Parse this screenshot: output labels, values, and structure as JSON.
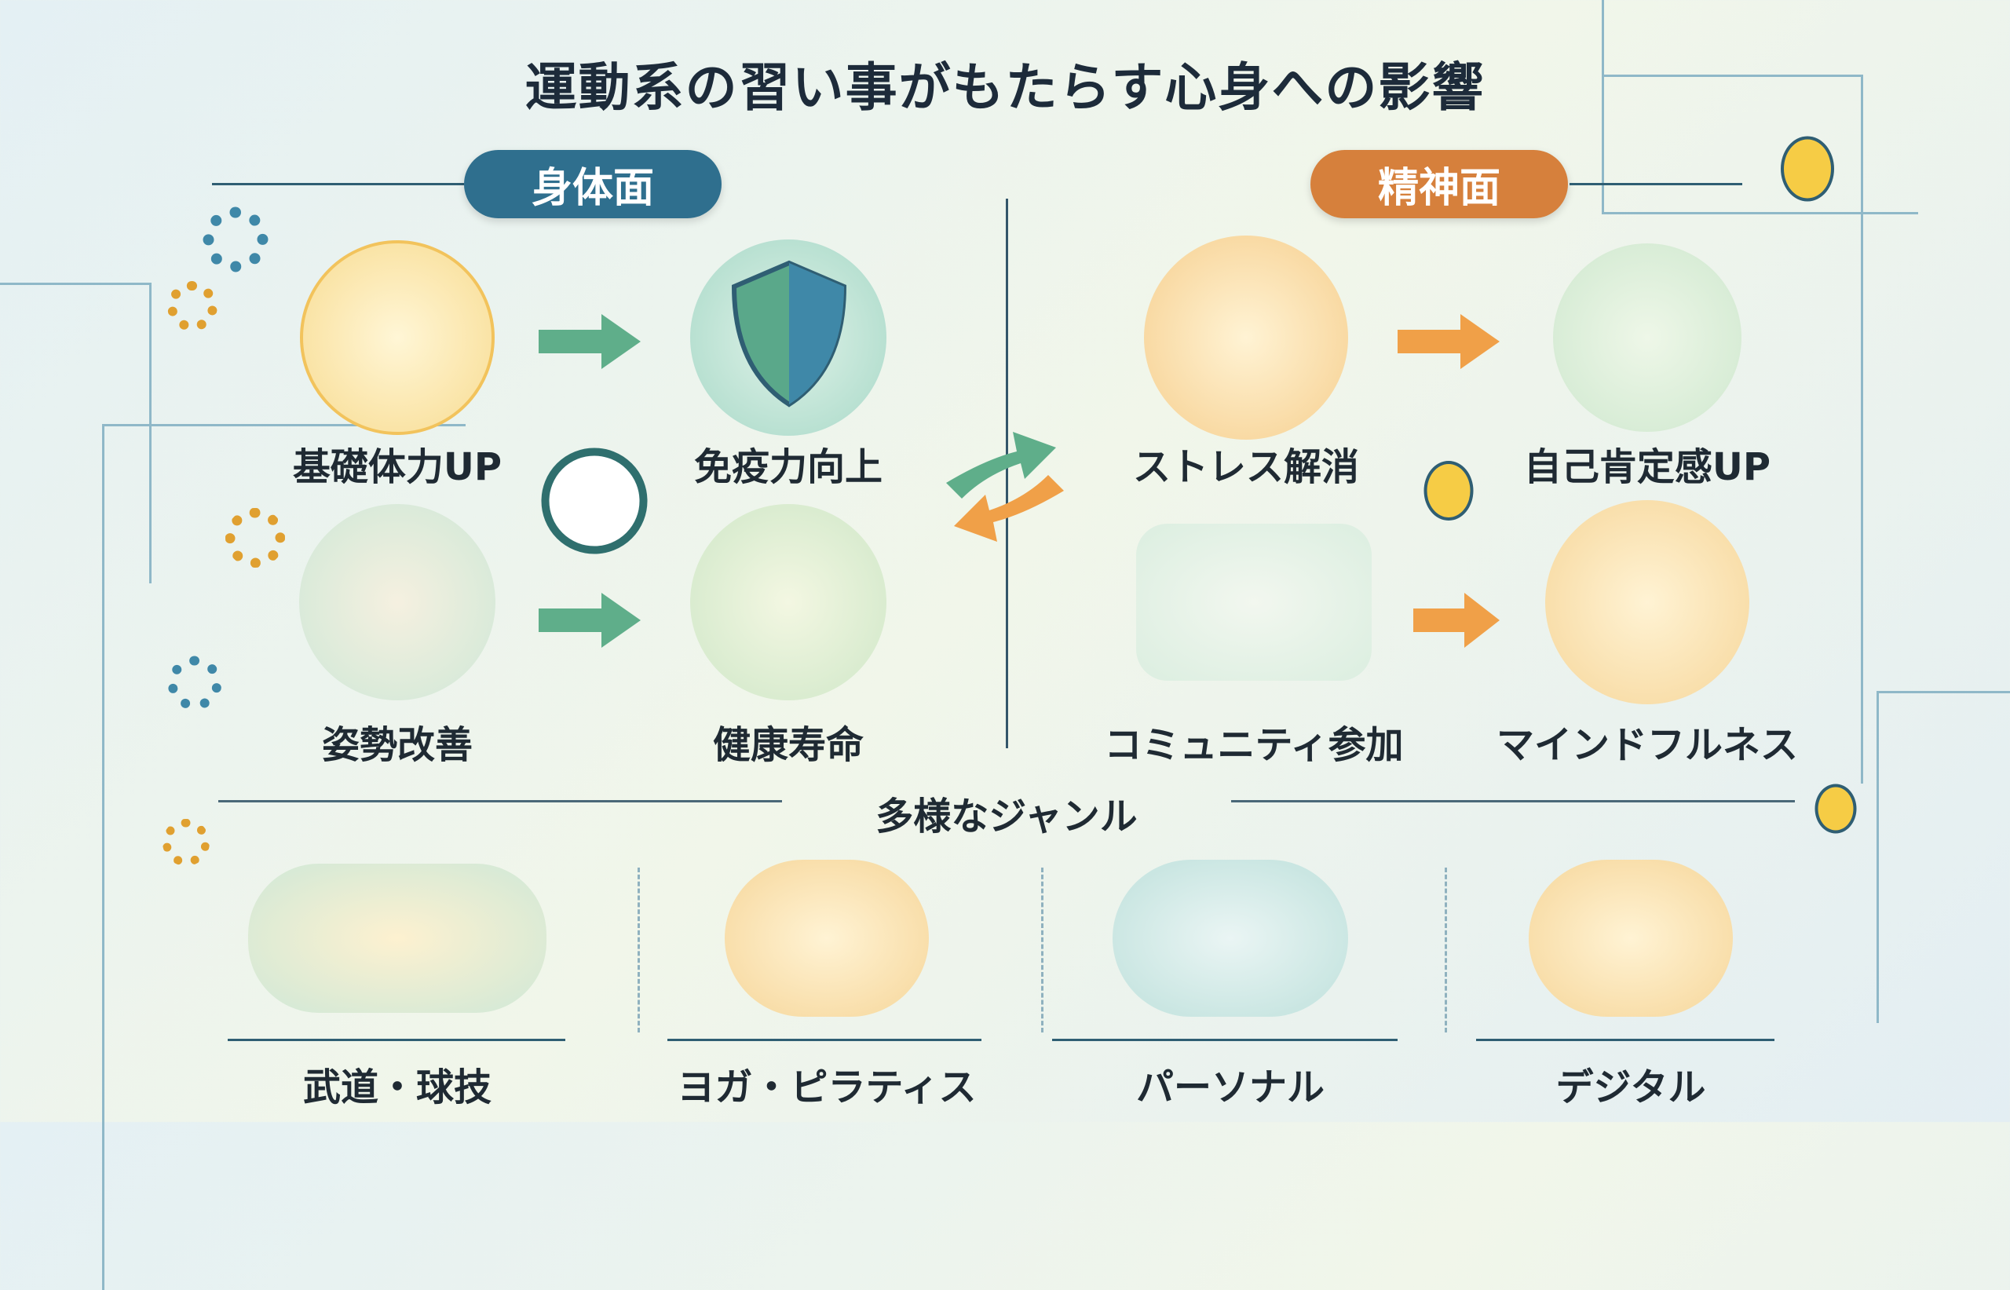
{
  "title": "運動系の習い事がもたらす心身への影響",
  "sections": {
    "physical": {
      "label": "身体面",
      "items": [
        "基礎体力UP",
        "免疫力向上",
        "姿勢改善",
        "健康寿命"
      ]
    },
    "mental": {
      "label": "精神面",
      "items": [
        "ストレス解消",
        "自己肯定感UP",
        "コミュニティ参加",
        "マインドフルネス"
      ]
    }
  },
  "genres": {
    "heading": "多様なジャンル",
    "items": [
      "武道・球技",
      "ヨガ・ピラティス",
      "パーソナル",
      "デジタル"
    ]
  },
  "colors": {
    "physical": "#2f6f8e",
    "mental": "#d6803c",
    "green": "#5fb07a"
  }
}
